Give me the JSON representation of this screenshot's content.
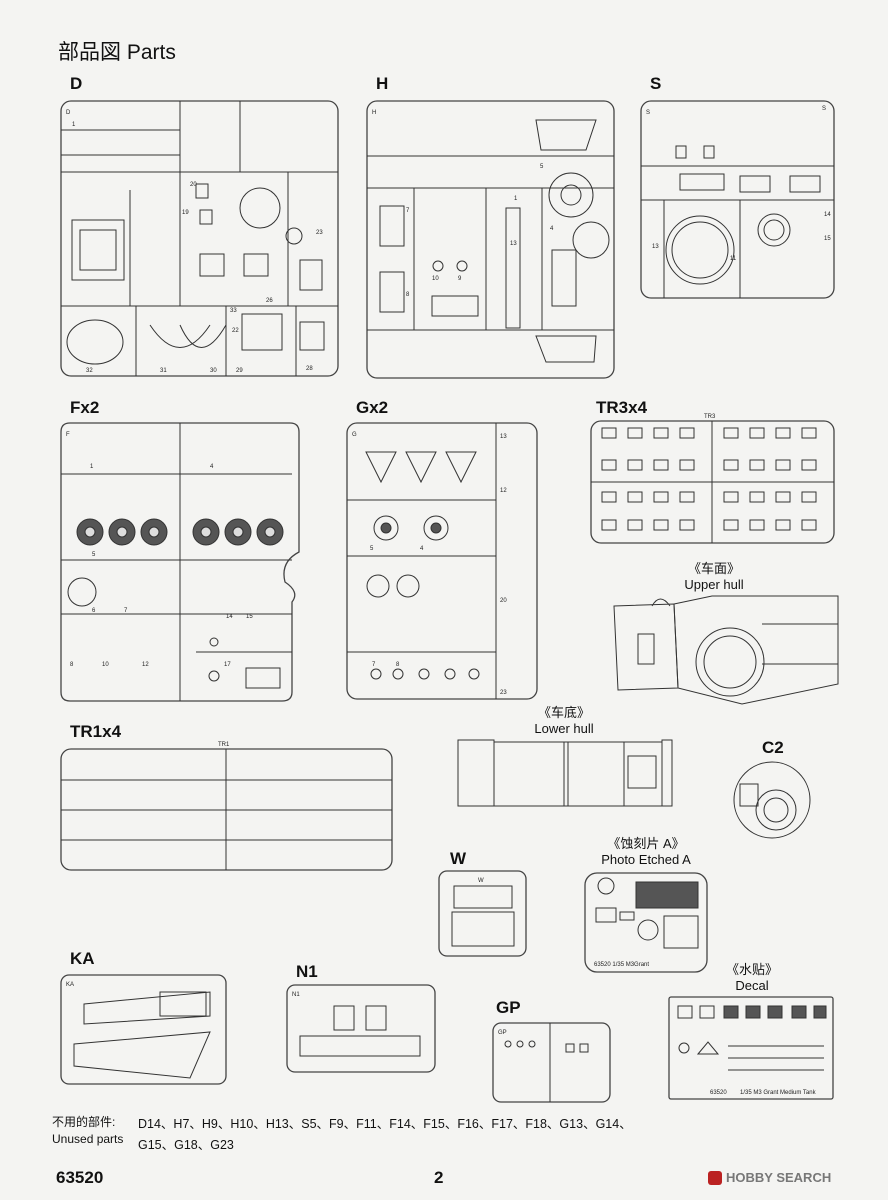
{
  "page": {
    "title": "部品図 Parts",
    "code": "63520",
    "number": "2",
    "watermark": "HOBBY SEARCH"
  },
  "sections": {
    "D": "D",
    "H": "H",
    "S": "S",
    "F": "Fx2",
    "G": "Gx2",
    "TR3": "TR3x4",
    "TR1": "TR1x4",
    "C2": "C2",
    "W": "W",
    "KA": "KA",
    "N1": "N1",
    "GP": "GP"
  },
  "captions": {
    "upper_hull_cn": "《车面》",
    "upper_hull_en": "Upper hull",
    "lower_hull_cn": "《车底》",
    "lower_hull_en": "Lower hull",
    "photo_etched_cn": "《蚀刻片 A》",
    "photo_etched_en": "Photo Etched A",
    "decal_cn": "《水贴》",
    "decal_en": "Decal"
  },
  "unused": {
    "label_cn": "不用的部件:",
    "label_en": "Unused parts",
    "line1": "D14、H7、H9、H10、H13、S5、F9、F11、F14、F15、F16、F17、F18、G13、G14、",
    "line2": "G15、G18、G23"
  },
  "pe_sheet": {
    "label": "63520  1/35 M3Grant"
  },
  "decal_sheet": {
    "code": "63520",
    "label": "1/35 M3 Grant Medium Tank"
  }
}
